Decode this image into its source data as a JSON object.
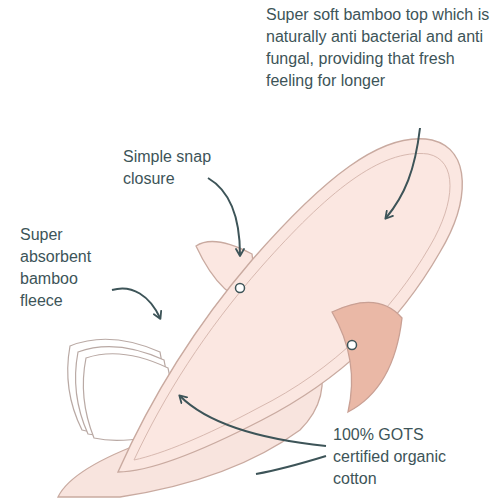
{
  "diagram": {
    "labels": [
      "Super soft bamboo top which is naturally anti bacterial and anti fungal, providing that fresh feeling for longer",
      "Simple snap closure",
      "Super absorbent bamboo fleece",
      "100% GOTS certified organic cotton"
    ]
  }
}
